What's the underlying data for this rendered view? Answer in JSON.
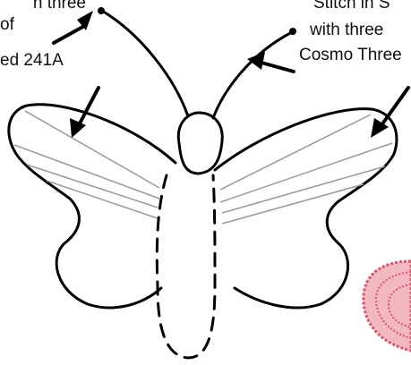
{
  "callouts": {
    "left_lines": [
      "n three",
      "of",
      "ed 241A"
    ],
    "right_lines": [
      "Stitch in S",
      "with three",
      "Cosmo Three"
    ]
  },
  "colors": {
    "outline": "#000000",
    "detail_lines": "#9a9a9a",
    "paper": "#ffffff",
    "swatch_red": "#d9546a",
    "swatch_pink": "#f2b8c2"
  }
}
